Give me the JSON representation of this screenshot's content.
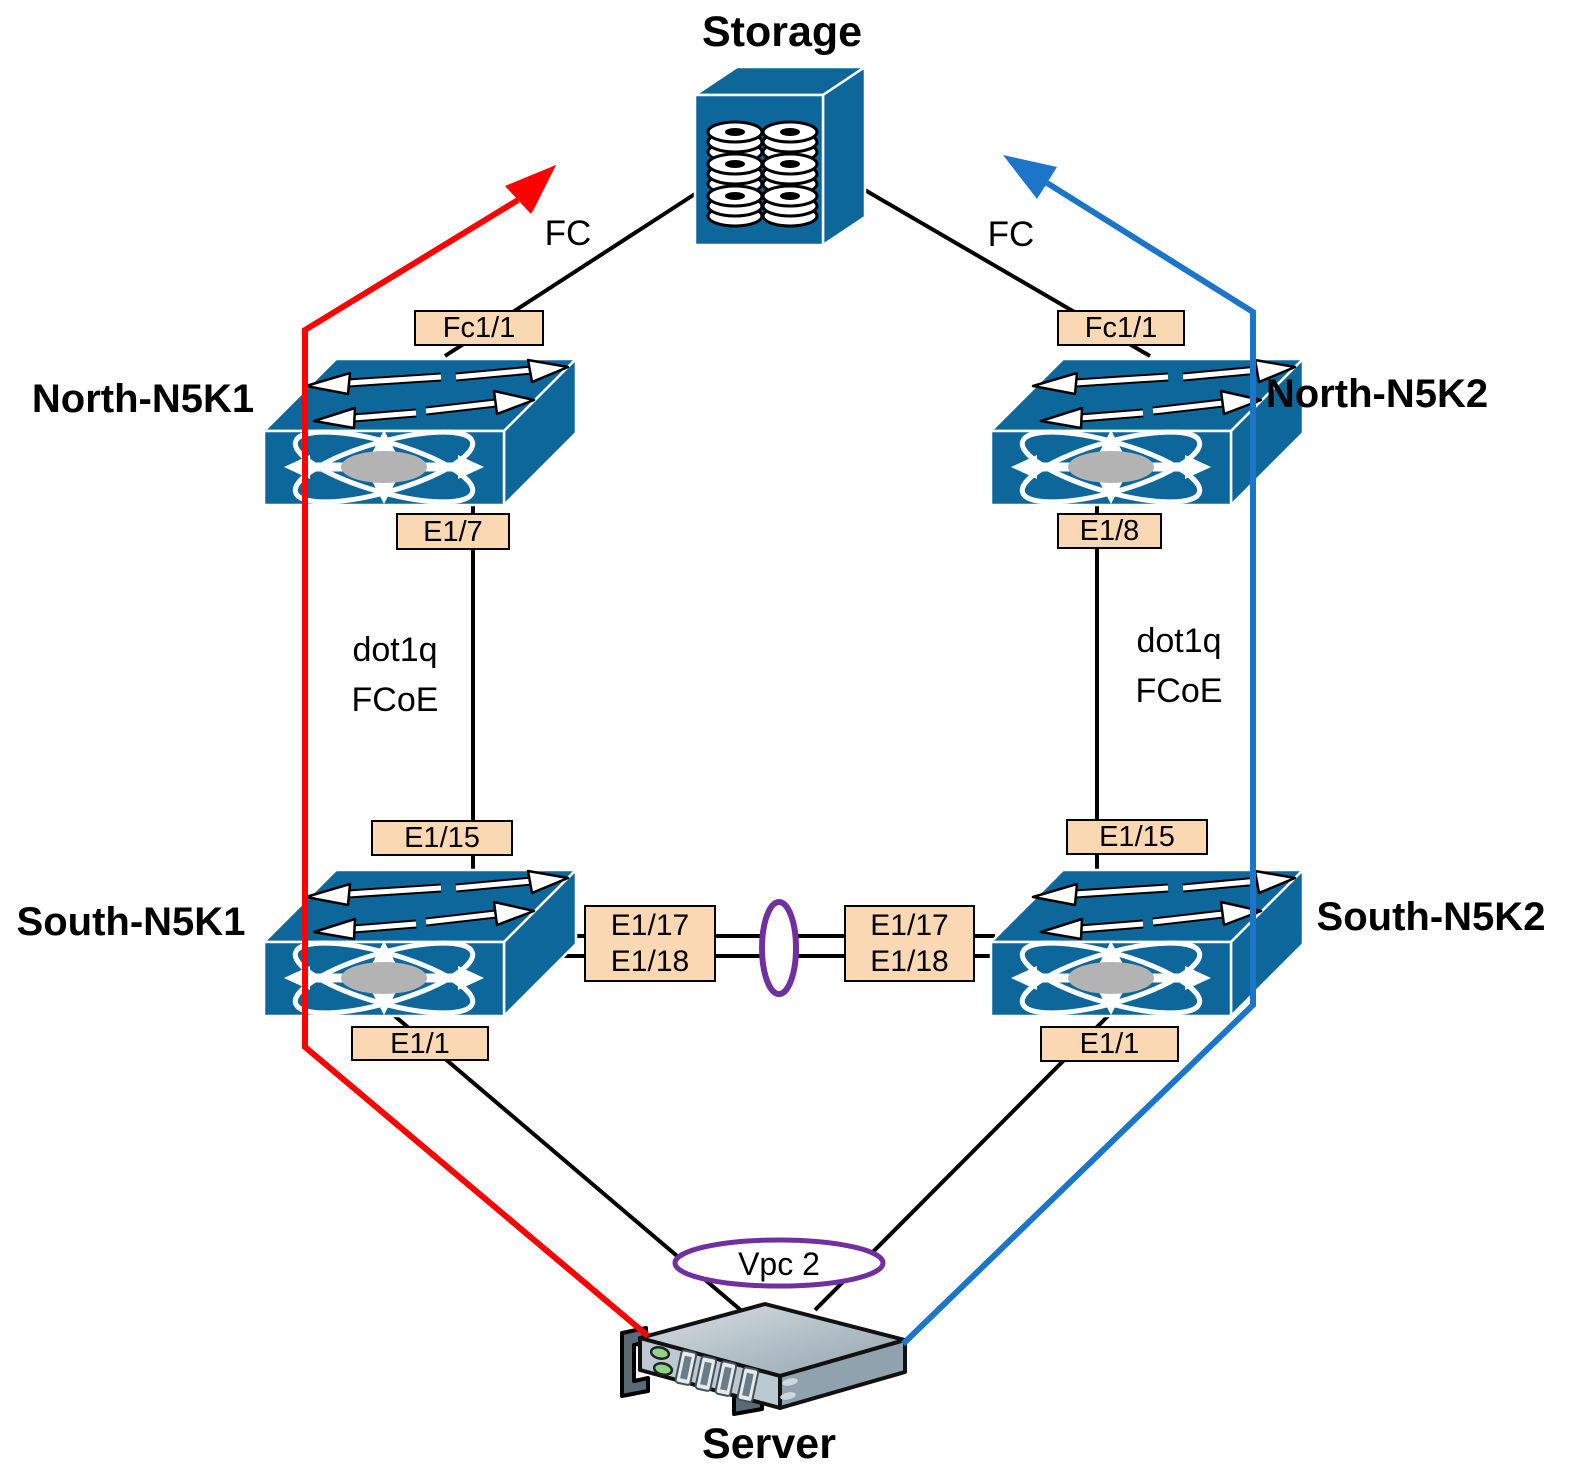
{
  "nodes": {
    "storage": {
      "label": "Storage"
    },
    "north_n5k1": {
      "label": "North-N5K1"
    },
    "north_n5k2": {
      "label": "North-N5K2"
    },
    "south_n5k1": {
      "label": "South-N5K1"
    },
    "south_n5k2": {
      "label": "South-N5K2"
    },
    "server": {
      "label": "Server"
    }
  },
  "ports": {
    "north_n5k1_fc": "Fc1/1",
    "north_n5k2_fc": "Fc1/1",
    "north_n5k1_down": "E1/7",
    "north_n5k2_down": "E1/8",
    "south_n5k1_up": "E1/15",
    "south_n5k2_up": "E1/15",
    "south_n5k1_peer_a": "E1/17",
    "south_n5k1_peer_b": "E1/18",
    "south_n5k2_peer_a": "E1/17",
    "south_n5k2_peer_b": "E1/18",
    "south_n5k1_down": "E1/1",
    "south_n5k2_down": "E1/1"
  },
  "links": {
    "fc_left_label": "FC",
    "fc_right_label": "FC",
    "left_trunk": [
      "dot1q",
      "FCoE"
    ],
    "right_trunk": [
      "dot1q",
      "FCoE"
    ],
    "vpc_label": "Vpc 2"
  },
  "colors": {
    "device_blue": "#0d679b",
    "path_red": "#ff0000",
    "path_blue": "#1b75c8",
    "vpc_purple": "#7030a0",
    "port_box_fill": "#fbd8b4"
  }
}
